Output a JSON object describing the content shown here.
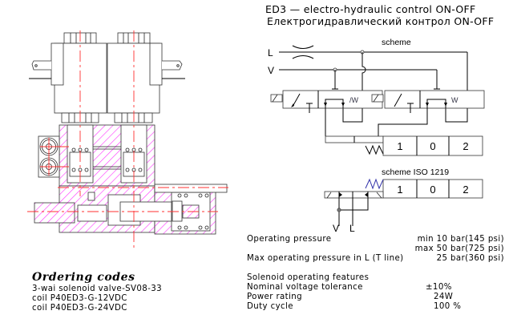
{
  "header": {
    "title_en": "ED3 — electro-hydraulic control ON-OFF",
    "title_ru": "Електрогидравлический контрол ON-OFF"
  },
  "colors": {
    "hatch": "#ff33ff",
    "centerline": "#ff3030",
    "line": "#000000",
    "solenoid_mark": "#3333aa"
  },
  "scheme": {
    "label": "scheme",
    "port_L": "L",
    "port_V": "V",
    "positions": [
      "1",
      "0",
      "2"
    ]
  },
  "scheme_iso": {
    "label": "scheme ISO 1219",
    "port_V": "V",
    "port_L": "L",
    "positions": [
      "1",
      "0",
      "2"
    ]
  },
  "pressure": {
    "rows": [
      {
        "label": "Operating pressure",
        "value": "min 10 bar(145 psi)"
      },
      {
        "label": "",
        "value": "max 50 bar(725 psi)"
      },
      {
        "label": "Max operating pressure in L (T line)",
        "value": "25 bar(360 psi)"
      }
    ]
  },
  "solenoid": {
    "heading": "Solenoid operating features",
    "rows": [
      {
        "label": "Nominal voltage tolerance",
        "value": "±10%"
      },
      {
        "label": "Power rating",
        "value": "24W"
      },
      {
        "label": "Duty cycle",
        "value": "100 %"
      }
    ]
  },
  "ordering": {
    "heading": "Ordering codes",
    "items": [
      "3-wai solenoid valve-SV08-33",
      "coil P40ED3-G-12VDC",
      "coil P40ED3-G-24VDC"
    ]
  }
}
